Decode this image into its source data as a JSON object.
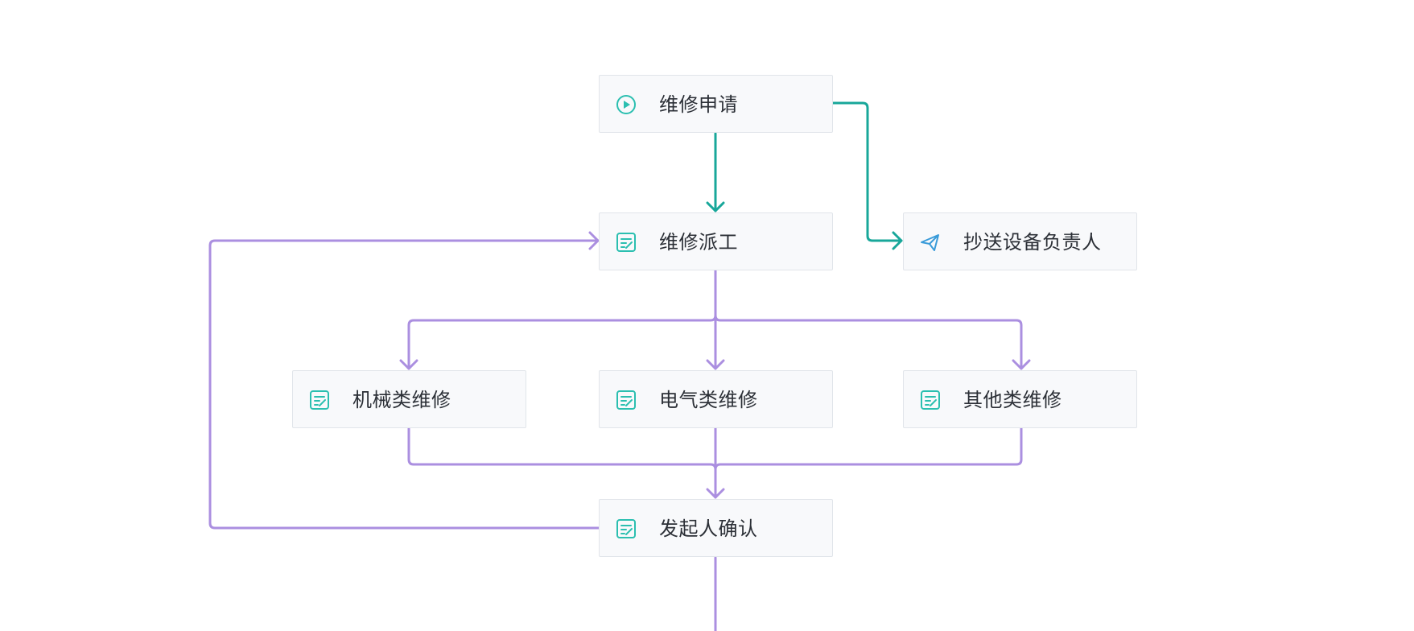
{
  "diagram": {
    "colors": {
      "start_edge": "#18a79a",
      "flow_edge": "#ab8fe0",
      "task_icon": "#2bbfb0",
      "start_icon": "#2bbfb0",
      "cc_icon": "#3a9bd9",
      "node_bg": "#f8f9fb",
      "node_border": "#e1e5ea",
      "node_text": "#2b2f36"
    },
    "nodes": [
      {
        "id": "n1",
        "label": "维修申请",
        "icon": "play-circle-icon"
      },
      {
        "id": "n2",
        "label": "维修派工",
        "icon": "form-icon"
      },
      {
        "id": "n3",
        "label": "抄送设备负责人",
        "icon": "paper-plane-icon"
      },
      {
        "id": "n4",
        "label": "机械类维修",
        "icon": "form-icon"
      },
      {
        "id": "n5",
        "label": "电气类维修",
        "icon": "form-icon"
      },
      {
        "id": "n6",
        "label": "其他类维修",
        "icon": "form-icon"
      },
      {
        "id": "n7",
        "label": "发起人确认",
        "icon": "form-icon"
      }
    ],
    "edges": [
      {
        "from": "n1",
        "to": "n2",
        "kind": "start"
      },
      {
        "from": "n1",
        "to": "n3",
        "kind": "start"
      },
      {
        "from": "n2",
        "to": "n4",
        "kind": "flow"
      },
      {
        "from": "n2",
        "to": "n5",
        "kind": "flow"
      },
      {
        "from": "n2",
        "to": "n6",
        "kind": "flow"
      },
      {
        "from": "n4",
        "to": "n7",
        "kind": "flow"
      },
      {
        "from": "n5",
        "to": "n7",
        "kind": "flow"
      },
      {
        "from": "n6",
        "to": "n7",
        "kind": "flow"
      },
      {
        "from": "n7",
        "to": "n2",
        "kind": "flow"
      },
      {
        "from": "n7",
        "to": "next",
        "kind": "flow"
      }
    ]
  }
}
